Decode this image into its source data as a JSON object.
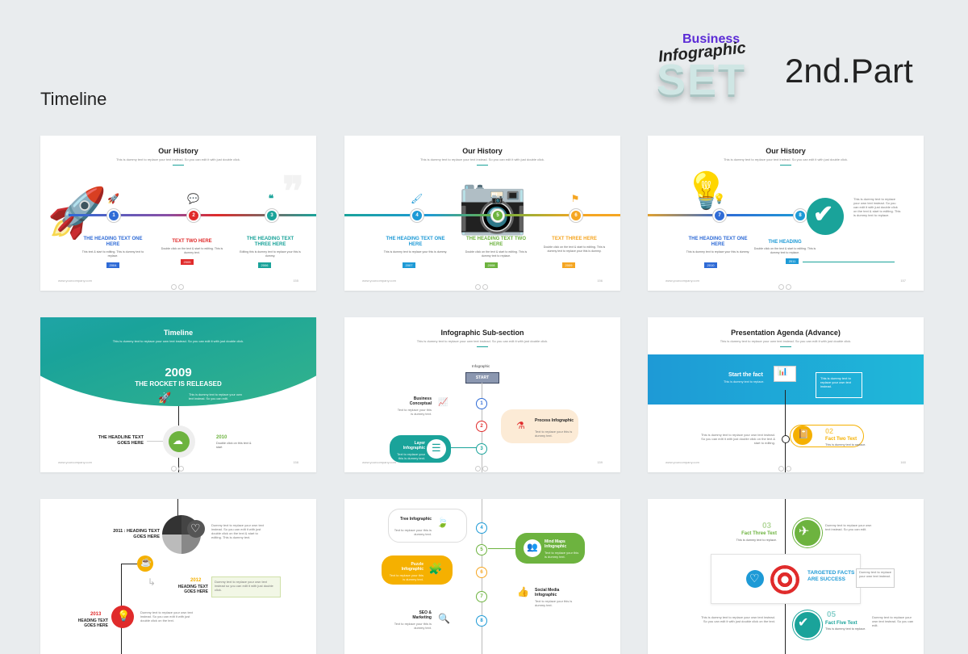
{
  "page_title": "Timeline",
  "brand": {
    "business": "Business",
    "infographic": "Infographic",
    "set": "SET",
    "part": "2nd.Part"
  },
  "slides": {
    "h1": {
      "title": "Our History",
      "sub": "This is dummy text to replace your text instead. So you can edit it with just double click.",
      "items": [
        {
          "num": "1",
          "head": "THE HEADING TEXT ONE HERE",
          "text": "This text & start to editing. This is dummy text to replace.",
          "year": "2004",
          "color": "#2f6bd6"
        },
        {
          "num": "2",
          "head": "TEXT TWO HERE",
          "text": "Double click on the text & start to editing. This is dummy text.",
          "year": "2005",
          "color": "#e02b2b"
        },
        {
          "num": "3",
          "head": "THE HEADING TEXT THREE HERE",
          "text": "Editing this is dummy text to replace your this is dummy.",
          "year": "2006",
          "color": "#1aa39a"
        }
      ],
      "url": "www.yourcompany.com",
      "page": "155"
    },
    "h2": {
      "title": "Our History",
      "sub": "This is dummy text to replace your text instead. So you can edit it with just double click.",
      "items": [
        {
          "num": "4",
          "head": "THE HEADING TEXT ONE HERE",
          "text": "This is dummy text to replace your this is dummy.",
          "year": "2007",
          "color": "#1e9ad6"
        },
        {
          "num": "5",
          "head": "THE HEADING TEXT TWO HERE",
          "text": "Double click on the text & start to editing. This is dummy text to replace.",
          "year": "2008",
          "color": "#6db33f"
        },
        {
          "num": "6",
          "head": "TEXT THREE HERE",
          "text": "Double click on the text & start to editing. This is dummy text to replace your this is dummy.",
          "year": "2009",
          "color": "#f5a623"
        }
      ],
      "url": "www.yourcompany.com",
      "page": "156"
    },
    "h3": {
      "title": "Our History",
      "sub": "This is dummy text to replace your text instead. So you can edit it with just double click.",
      "items": [
        {
          "num": "7",
          "head": "THE HEADING TEXT ONE HERE",
          "text": "This is dummy text to replace your this is dummy.",
          "year": "2010",
          "color": "#2f6bd6"
        },
        {
          "num": "8",
          "head": "THE HEADING",
          "text": "Double click on the text & start to editing. This is dummy text to replace.",
          "year": "2011",
          "color": "#1e9ad6"
        }
      ],
      "side": "This is dummy text to replace your own text instead. So you can edit it with just double click on the text & start to editing. This is dummy text to replace.",
      "url": "www.yourcompany.com",
      "page": "157"
    },
    "t": {
      "title": "Timeline",
      "sub": "This is dummy text to replace your own text instead. So you can edit it with just double click.",
      "year": "2009",
      "head": "THE ROCKET IS RELEASED",
      "text": "This is dummy text to replace your own text instead. So you can edit.",
      "left": "THE HEADLINE TEXT GOES HERE",
      "year2": "2010",
      "text2": "Double click on this text & start",
      "url": "www.yourcompany.com",
      "page": "158"
    },
    "ss": {
      "title": "Infographic Sub-section",
      "sub": "This is dummy text to replace your own text instead. So you can edit it with just double click.",
      "label": "Infographic",
      "start": "START",
      "a": "Business Conceptual",
      "b": "Process Infographic",
      "c": "Layer Infographic",
      "atext": "Text to replace your this is dummy text.",
      "btext": "Text to replace your this is dummy text.",
      "ctext": "Text to replace your this is dummy text.",
      "n1": "1",
      "n2": "2",
      "n3": "3",
      "url": "www.yourcompany.com",
      "page": "159"
    },
    "ag": {
      "title": "Presentation Agenda (Advance)",
      "sub": "This is dummy text to replace your own text instead. So you can edit it with just double click.",
      "f1": "Start the fact",
      "f1t": "This is dummy text to replace.",
      "note": "This is dummy text to replace your own text instead.",
      "num": "02",
      "f2": "Fact Two Text",
      "f2t": "This is dummy text to replace.",
      "left": "This is dummy text to replace your own text instead. So you can edit it with just double click on the text & start to editing.",
      "url": "www.yourcompany.com",
      "page": "160"
    },
    "b1": {
      "h1": "2011 : HEADING TEXT GOES HERE",
      "t1": "Dummy text to replace your own text instead. So you can edit it with just double click on the text & start to editing. This is dummy text.",
      "y2": "2012",
      "h2": "HEADING TEXT GOES HERE",
      "t2": "Dummy text to replace your own text instead so you can edit it with just double click.",
      "y3": "2013",
      "h3": "HEADING TEXT GOES HERE",
      "t3": "Dummy text to replace your own text instead. So you can edit it with just double click on the text."
    },
    "b2": {
      "a": "Tree Infographic",
      "at": "Text to replace your this is dummy text.",
      "b": "Mind Maps Infographic",
      "bt": "Text to replace your this is dummy text.",
      "c": "Puzzle Infographic",
      "ct": "Text to replace your this is dummy text.",
      "d": "Social Media Infographic",
      "dt": "Text to replace your this is dummy text.",
      "e": "SEO & Marketing",
      "et": "Text to replace your this is dummy text.",
      "n4": "4",
      "n5": "5",
      "n6": "6",
      "n7": "7",
      "n8": "8"
    },
    "b3": {
      "num3": "03",
      "f3": "Fact Three Text",
      "f3t": "This is dummy text to replace.",
      "r1": "Dummy text to replace your own text instead. So you can edit.",
      "mid": "TARGETED FACTS ARE SUCCESS",
      "midt": "Dummy text to replace your own text instead.",
      "num5": "05",
      "f5": "Fact Five Text",
      "f5t": "This is dummy text to replace.",
      "l5": "This is dummy text to replace your own text instead. So you can edit it with just double click on the text.",
      "r5": "Dummy text to replace your own text instead. So you can edit."
    }
  }
}
